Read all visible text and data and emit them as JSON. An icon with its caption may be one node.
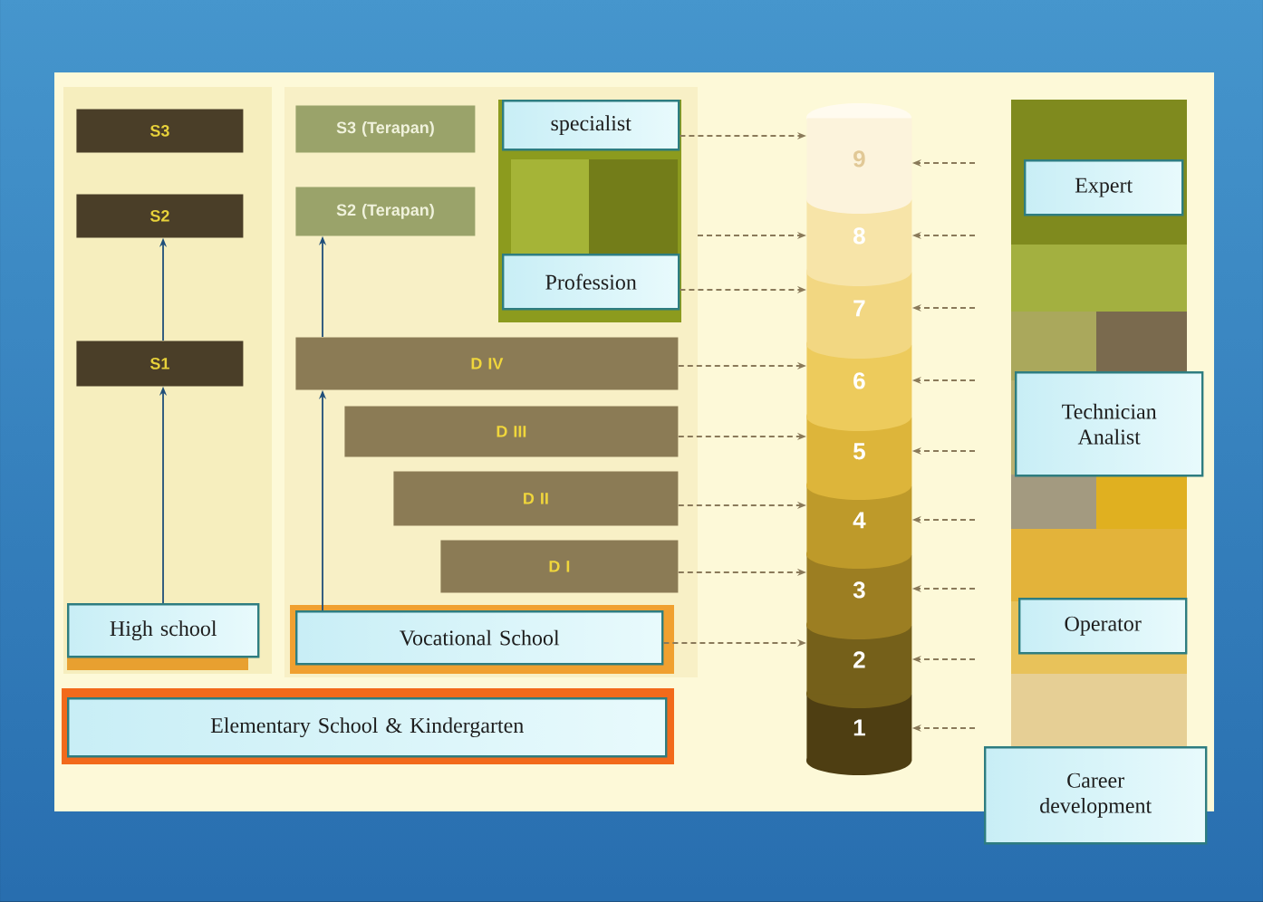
{
  "diagram": {
    "nodes": [
      {
        "text": [
          "S3"
        ]
      },
      {
        "text": [
          "S2"
        ]
      },
      {
        "text": [
          "S1"
        ]
      },
      {
        "text": [
          "High school"
        ]
      },
      {
        "text": [
          "S3 (Terapan)"
        ]
      },
      {
        "text": [
          "S2 (Terapan)"
        ]
      },
      {
        "text": [
          "specialist"
        ]
      },
      {
        "text": [
          "Profession"
        ]
      },
      {
        "text": [
          "D IV"
        ]
      },
      {
        "text": [
          "D III"
        ]
      },
      {
        "text": [
          "D II"
        ]
      },
      {
        "text": [
          "D I"
        ]
      },
      {
        "text": [
          "Vocational School"
        ]
      },
      {
        "text": [
          "Elementary School & Kindergarten"
        ]
      },
      {
        "text": [
          "9"
        ]
      },
      {
        "text": [
          "8"
        ]
      },
      {
        "text": [
          "7"
        ]
      },
      {
        "text": [
          "6"
        ]
      },
      {
        "text": [
          "5"
        ]
      },
      {
        "text": [
          "4"
        ]
      },
      {
        "text": [
          "3"
        ]
      },
      {
        "text": [
          "2"
        ]
      },
      {
        "text": [
          "1"
        ]
      },
      {
        "text": [
          "Expert"
        ]
      },
      {
        "text": [
          "Technician Analist"
        ]
      },
      {
        "text": [
          "Operator"
        ]
      },
      {
        "text": [
          "Career development"
        ]
      }
    ],
    "edges": [
      {
        "from": 3,
        "to": 2,
        "arrow": "to",
        "color": "#1f4e79"
      },
      {
        "from": 2,
        "to": 1,
        "arrow": "to",
        "color": "#1f4e79"
      },
      {
        "from": 12,
        "to": 8,
        "arrow": "to",
        "color": "#1f4e79"
      },
      {
        "from": 8,
        "to": 5,
        "arrow": "to",
        "color": "#1f4e79"
      },
      {
        "from": 6,
        "to": 14,
        "arrow": "to",
        "style": "dashed"
      },
      {
        "from": null,
        "to": 15,
        "arrow": "to",
        "style": "dashed"
      },
      {
        "from": 7,
        "to": 16,
        "arrow": "to",
        "style": "dashed"
      },
      {
        "from": 8,
        "to": 17,
        "arrow": "to",
        "style": "dashed"
      },
      {
        "from": 9,
        "to": 18,
        "arrow": "to",
        "style": "dashed"
      },
      {
        "from": 10,
        "to": 19,
        "arrow": "to",
        "style": "dashed"
      },
      {
        "from": 11,
        "to": 20,
        "arrow": "to",
        "style": "dashed"
      },
      {
        "from": 12,
        "to": 21,
        "arrow": "to",
        "style": "dashed"
      },
      {
        "from": null,
        "to": 14,
        "arrow": "to",
        "style": "dashed"
      },
      {
        "from": null,
        "to": 15,
        "arrow": "to",
        "style": "dashed"
      },
      {
        "from": null,
        "to": 16,
        "arrow": "to",
        "style": "dashed"
      },
      {
        "from": null,
        "to": 17,
        "arrow": "to",
        "style": "dashed"
      },
      {
        "from": null,
        "to": 18,
        "arrow": "to",
        "style": "dashed"
      },
      {
        "from": null,
        "to": 19,
        "arrow": "to",
        "style": "dashed"
      },
      {
        "from": null,
        "to": 20,
        "arrow": "to",
        "style": "dashed"
      },
      {
        "from": null,
        "to": 21,
        "arrow": "to",
        "style": "dashed"
      },
      {
        "from": null,
        "to": 22,
        "arrow": "to",
        "style": "dashed"
      }
    ]
  }
}
